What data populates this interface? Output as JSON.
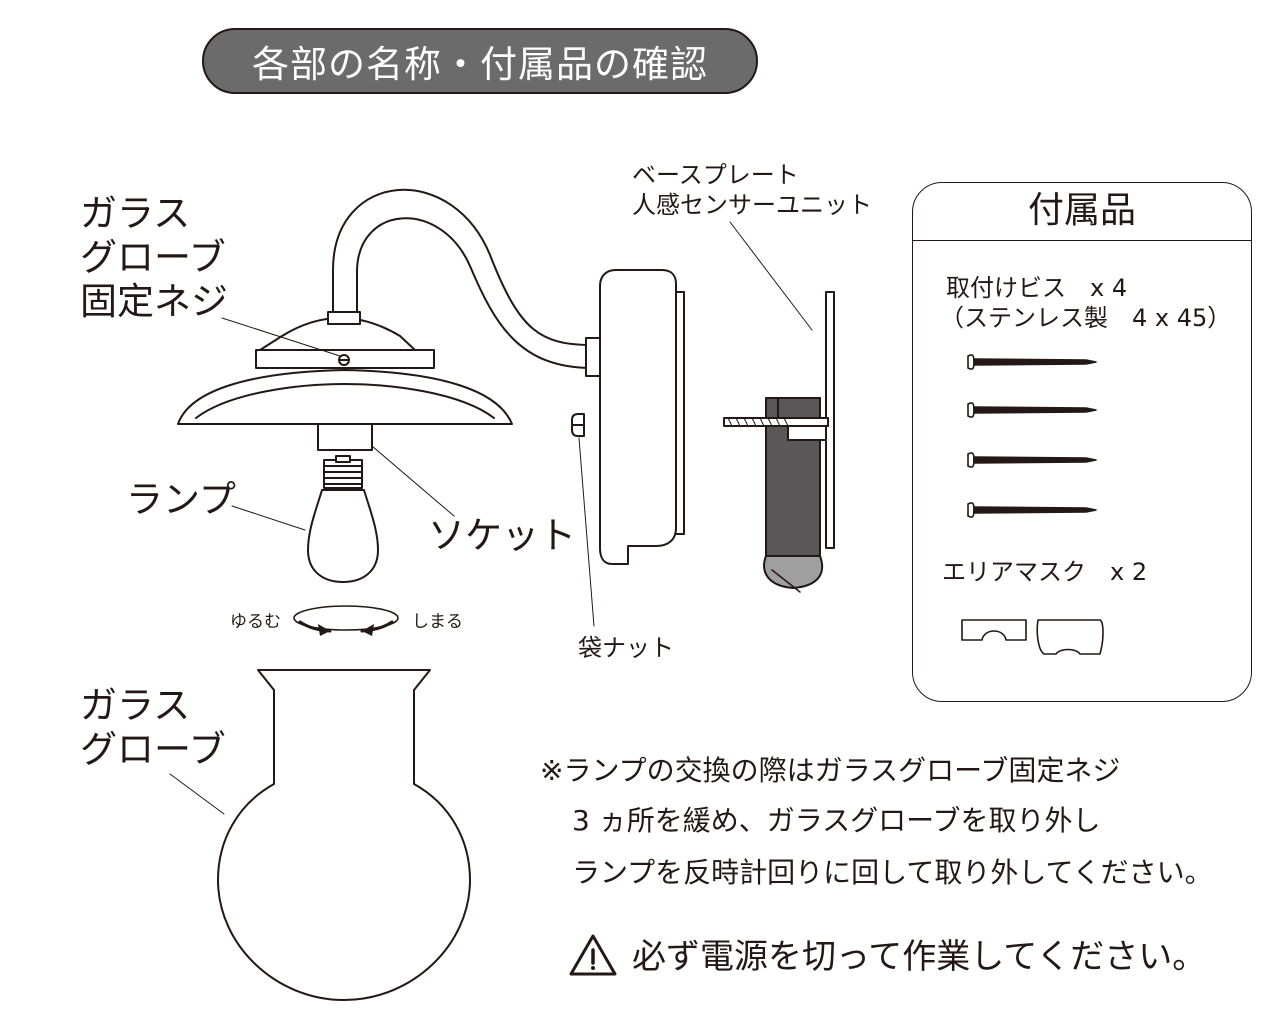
{
  "header": {
    "title": "各部の名称・付属品の確認"
  },
  "labels": {
    "glove_screw": [
      "ガラス",
      "グローブ",
      "固定ネジ"
    ],
    "lamp": "ランプ",
    "socket": "ソケット",
    "loosen": "ゆるむ",
    "tighten": "しまる",
    "cap_nut": "袋ナット",
    "base_plate": [
      "ベースプレート",
      "人感センサーユニット"
    ],
    "glass_globe": [
      "ガラス",
      "グローブ"
    ]
  },
  "accessories": {
    "title": "付属品",
    "screws_label": "取付けビス　x 4",
    "screws_spec": "（ステンレス製　4 x 45）",
    "mask_label": "エリアマスク　x 2"
  },
  "notes": {
    "lines": [
      "※ランプの交換の際はガラスグローブ固定ネジ",
      "3 ヵ所を緩め、ガラスグローブを取り外し",
      "ランプを反時計回りに回して取り外してください。"
    ],
    "warning": "必ず電源を切って作業してください。"
  },
  "colors": {
    "ink": "#231815",
    "pill": "#6b6b6b",
    "sensor": "#595757",
    "white": "#ffffff"
  },
  "icons": [
    "warning-icon"
  ]
}
